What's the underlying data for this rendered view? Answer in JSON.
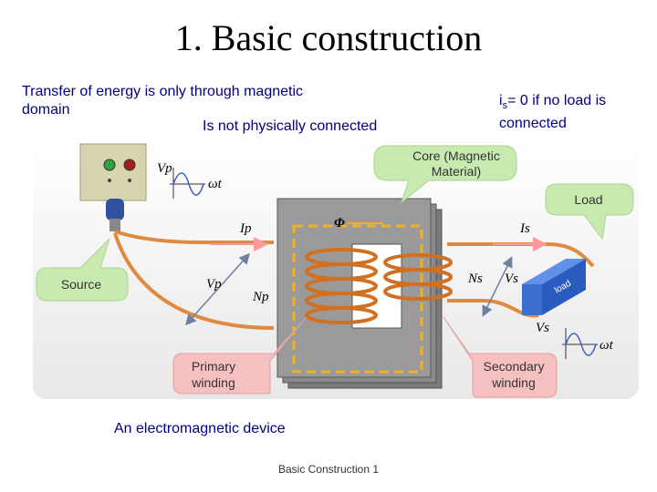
{
  "title": "1. Basic construction",
  "notes": {
    "transfer": "Transfer of energy is only through magnetic domain",
    "not_connected": "Is not physically connected",
    "is_prefix": "i",
    "is_sub": "s",
    "is_text": "= 0 if no load is connected",
    "device": "An electromagnetic device"
  },
  "diagram": {
    "core_label_1": "Core (Magnetic",
    "core_label_2": "Material)",
    "load_label": "Load",
    "source_label": "Source",
    "primary_1": "Primary",
    "primary_2": "winding",
    "secondary_1": "Secondary",
    "secondary_2": "winding",
    "flux": "Φ",
    "ip": "Ip",
    "is": "Is",
    "vp": "Vp",
    "np": "Np",
    "ns": "Ns",
    "vs": "Vs",
    "omega_t": "ωt",
    "load_box_text": "load"
  },
  "footer": "Basic Construction 1",
  "colors": {
    "callout_green": "#c8eab0",
    "callout_pink": "#f6c0c0",
    "core_gray": "#8a8a8a",
    "wire": "#e08a40",
    "flux_path": "#f0b020",
    "load_blue": "#3a6fd0"
  }
}
